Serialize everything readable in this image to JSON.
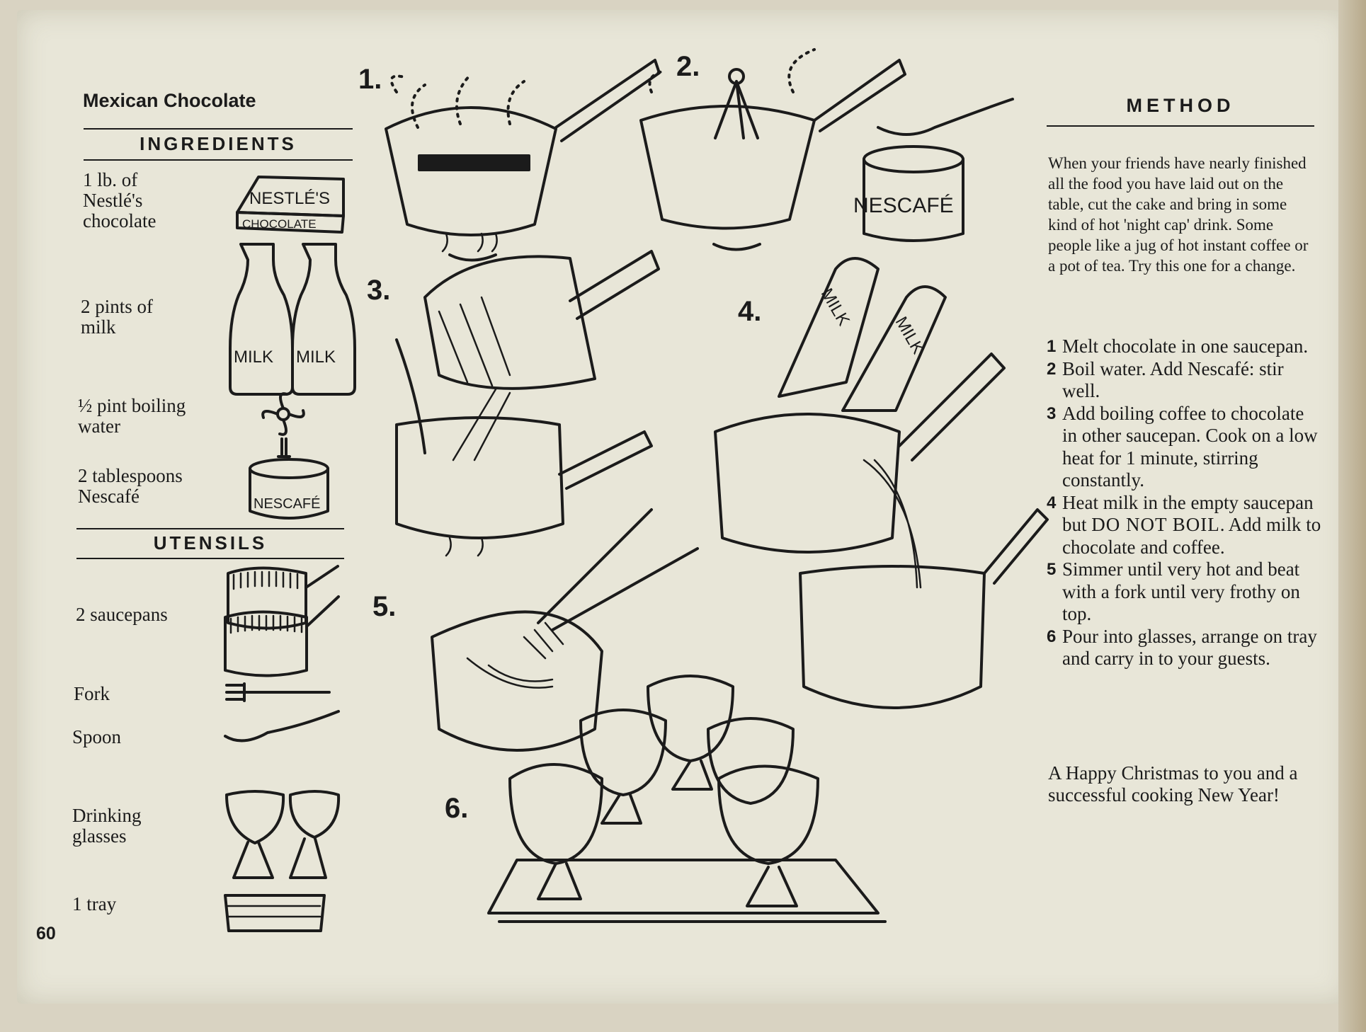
{
  "recipe": {
    "title": "Mexican Chocolate",
    "page_number": "60"
  },
  "ingredients": {
    "heading": "INGREDIENTS",
    "items": [
      {
        "text": "1 lb. of Nestlé's chocolate"
      },
      {
        "text": "2 pints of milk"
      },
      {
        "text": "½ pint boiling water"
      },
      {
        "text": "2 tablespoons Nescafé"
      }
    ]
  },
  "utensils": {
    "heading": "UTENSILS",
    "items": [
      {
        "text": "2 saucepans"
      },
      {
        "text": "Fork"
      },
      {
        "text": "Spoon"
      },
      {
        "text": "Drinking glasses"
      },
      {
        "text": "1 tray"
      }
    ]
  },
  "illustration_labels": {
    "chocolate_box_brand": "NESTLÉ'S",
    "chocolate_box_label": "CHOCOLATE",
    "milk_label": "MILK",
    "nescafe_label": "NESCAFÉ",
    "step_numbers": [
      "1.",
      "2.",
      "3.",
      "4.",
      "5.",
      "6."
    ]
  },
  "method": {
    "heading": "METHOD",
    "intro": "When your friends have nearly finished all the food you have laid out on the table, cut the cake and bring in some kind of hot 'night cap' drink. Some people like a jug of hot instant coffee or a pot of tea. Try this one for a change.",
    "steps": [
      {
        "number": "1",
        "text": "Melt chocolate in one saucepan."
      },
      {
        "number": "2",
        "text": "Boil water. Add Nescafé: stir well."
      },
      {
        "number": "3",
        "text": "Add boiling coffee to chocolate in other saucepan. Cook on a low heat for 1 minute, stirring constantly."
      },
      {
        "number": "4",
        "text_before": "Heat milk in the empty saucepan but ",
        "emphasis": "DO NOT BOIL",
        "text_after": ". Add milk to chocolate and coffee."
      },
      {
        "number": "5",
        "text": "Simmer until very hot and beat with a fork until very frothy on top."
      },
      {
        "number": "6",
        "text": "Pour into glasses, arrange on tray and carry in to your guests."
      }
    ],
    "closing": "A Happy Christmas to you and a successful cooking New Year!"
  }
}
